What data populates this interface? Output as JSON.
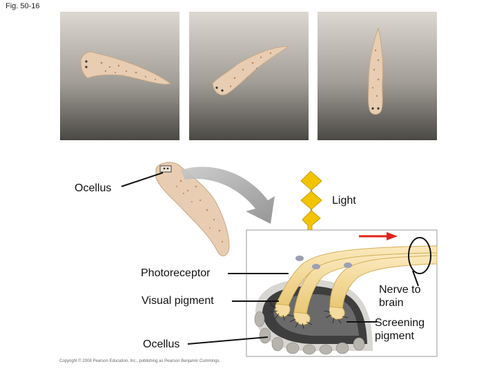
{
  "figure": {
    "label": "Fig. 50-16"
  },
  "labels": {
    "ocellus_top": "Ocellus",
    "light": "Light",
    "photoreceptor": "Photoreceptor",
    "visual_pigment": "Visual pigment",
    "ocellus_bottom": "Ocellus",
    "nerve_to_brain_line1": "Nerve to",
    "nerve_to_brain_line2": "brain",
    "screening_pigment_line1": "Screening",
    "screening_pigment_line2": "pigment"
  },
  "copyright": "Copyright © 2008 Pearson Education, Inc., publishing as Pearson Benjamin Cummings.",
  "colors": {
    "photo_bg_top": "#d8d4cd",
    "photo_bg_bottom": "#4a4844",
    "worm": "#e8cdb2",
    "spots": "#b98a62",
    "gray_arrow": "#9a9a9a",
    "light_bolt": "#f2c400",
    "red_arrow": "#e0241b",
    "nerve_fiber": "#f4dca0",
    "screening": "#3e3e3e"
  }
}
